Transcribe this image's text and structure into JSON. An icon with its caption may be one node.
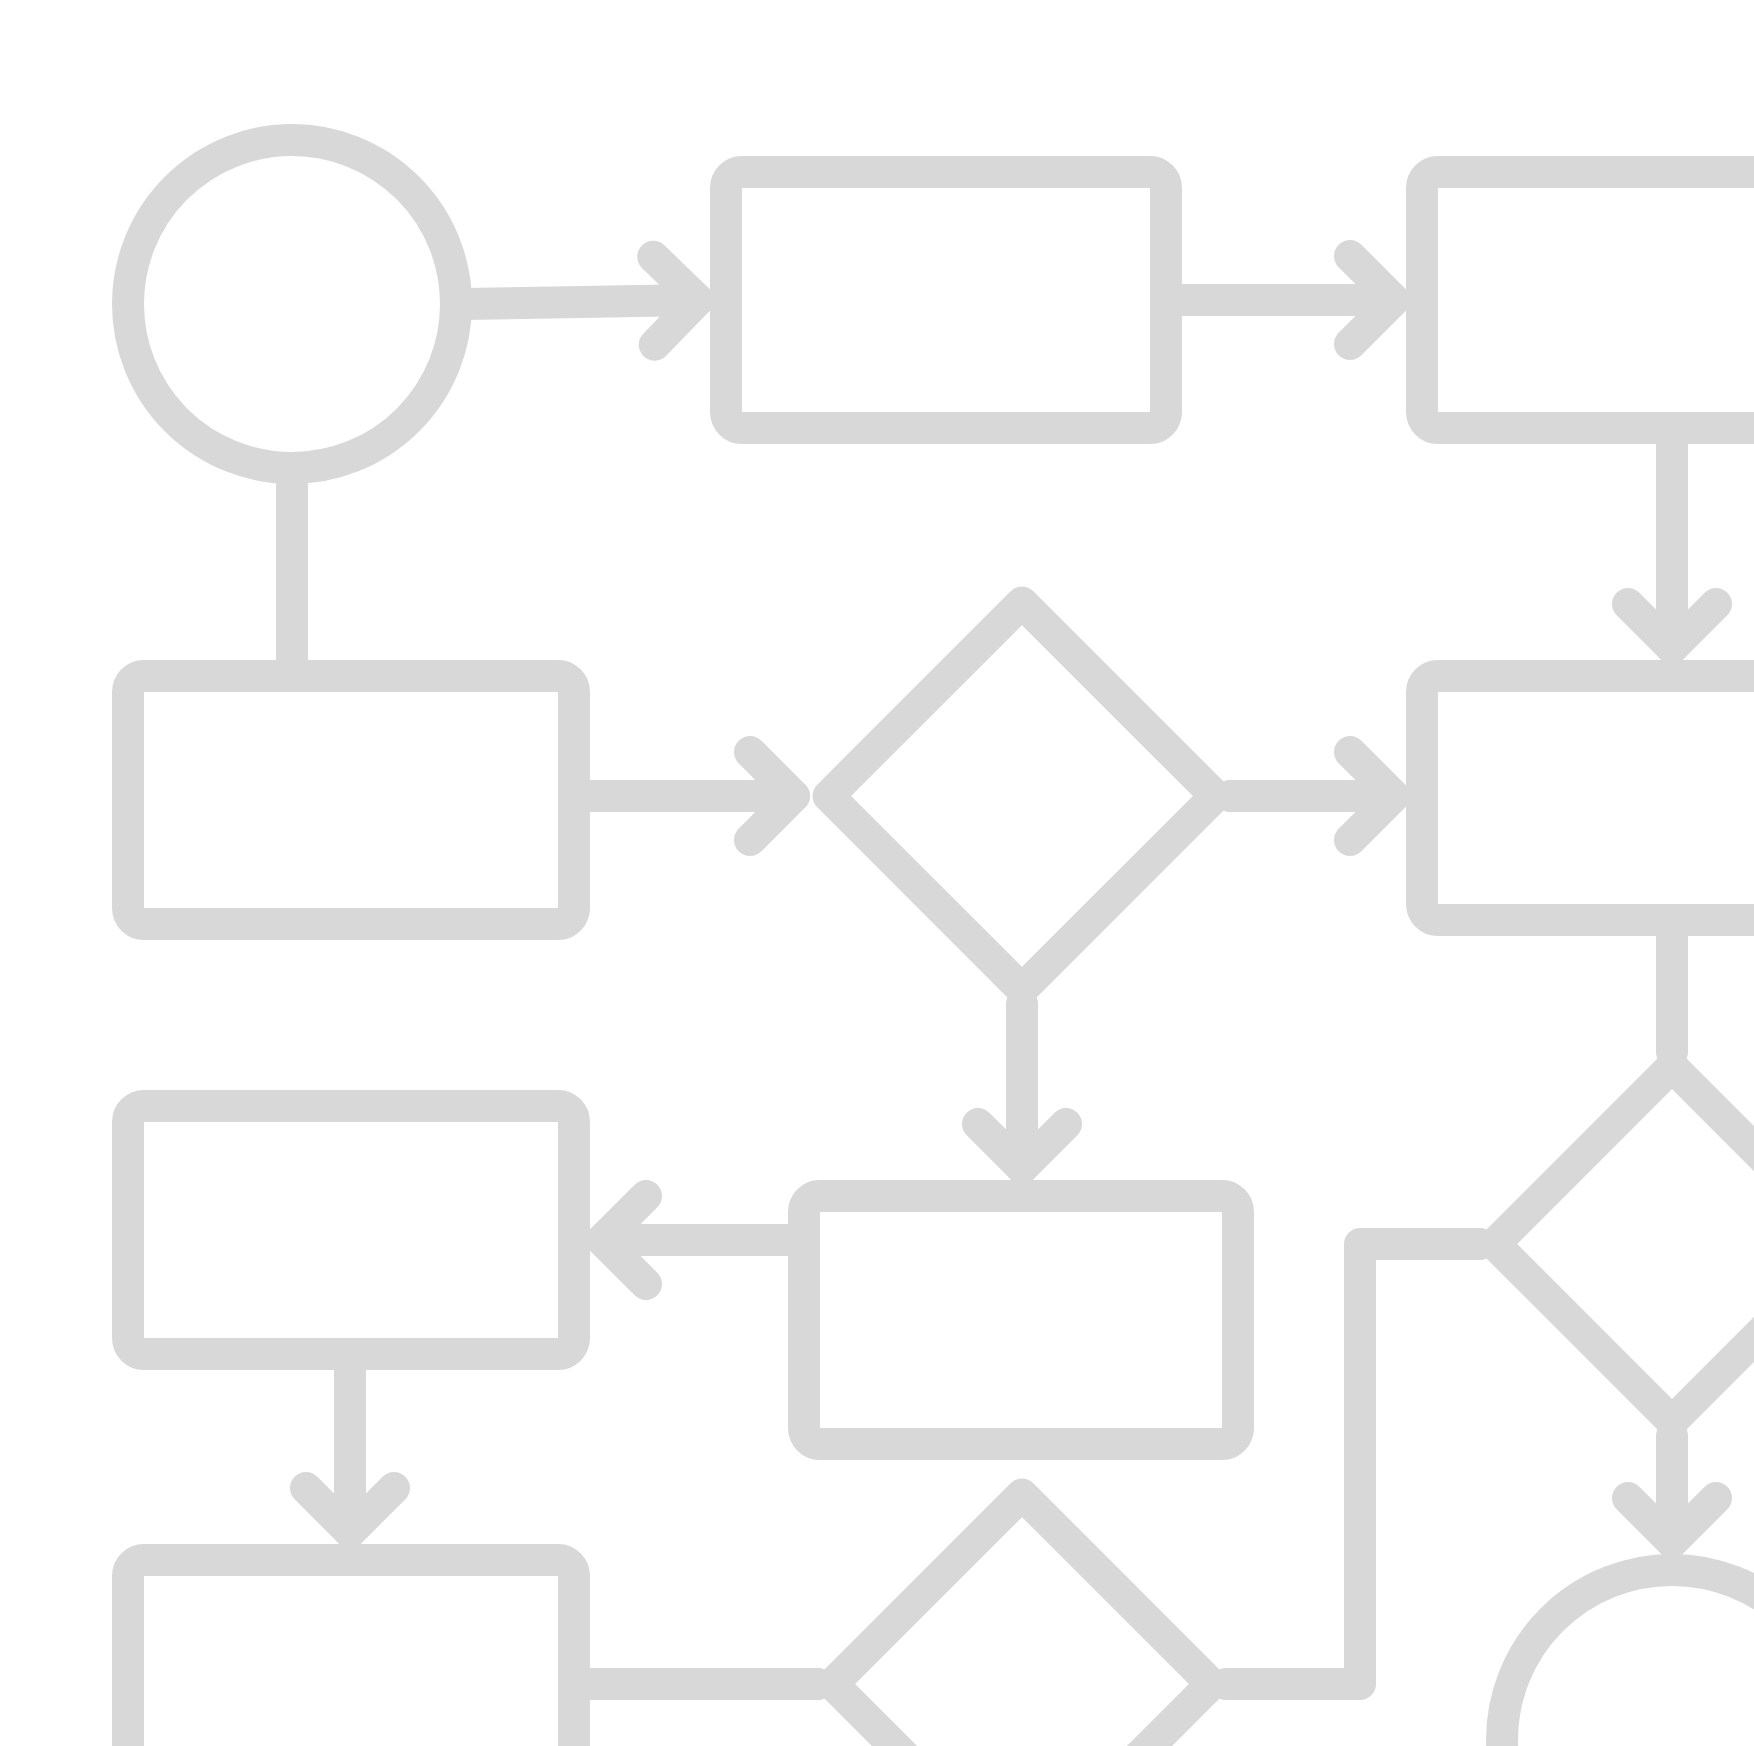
{
  "diagram": {
    "nodes": [
      {
        "text": [],
        "shape": "circle"
      },
      {
        "text": [],
        "shape": "box"
      },
      {
        "text": [],
        "shape": "box"
      },
      {
        "text": [],
        "shape": "box"
      },
      {
        "text": [],
        "shape": "diamond"
      },
      {
        "text": [],
        "shape": "box"
      },
      {
        "text": [],
        "shape": "box"
      },
      {
        "text": [],
        "shape": "box"
      },
      {
        "text": [],
        "shape": "diamond"
      },
      {
        "text": [],
        "shape": "box"
      },
      {
        "text": [],
        "shape": "diamond"
      },
      {
        "text": [],
        "shape": "circle"
      }
    ],
    "edges": [
      {
        "from": 0,
        "to": 1,
        "arrow": "to"
      },
      {
        "from": 1,
        "to": 2,
        "arrow": "to"
      },
      {
        "from": 0,
        "to": 3,
        "arrow": "none"
      },
      {
        "from": 2,
        "to": 5,
        "arrow": "to"
      },
      {
        "from": 3,
        "to": 4,
        "arrow": "to"
      },
      {
        "from": 4,
        "to": 5,
        "arrow": "to"
      },
      {
        "from": 4,
        "to": 7,
        "arrow": "to"
      },
      {
        "from": 5,
        "to": 8,
        "arrow": "none"
      },
      {
        "from": 7,
        "to": 6,
        "arrow": "to"
      },
      {
        "from": 8,
        "to": 11,
        "arrow": "to"
      },
      {
        "from": 6,
        "to": 9,
        "arrow": "to"
      },
      {
        "from": 9,
        "to": 10,
        "arrow": "none"
      },
      {
        "from": 10,
        "to": 8,
        "arrow": "none"
      }
    ]
  }
}
